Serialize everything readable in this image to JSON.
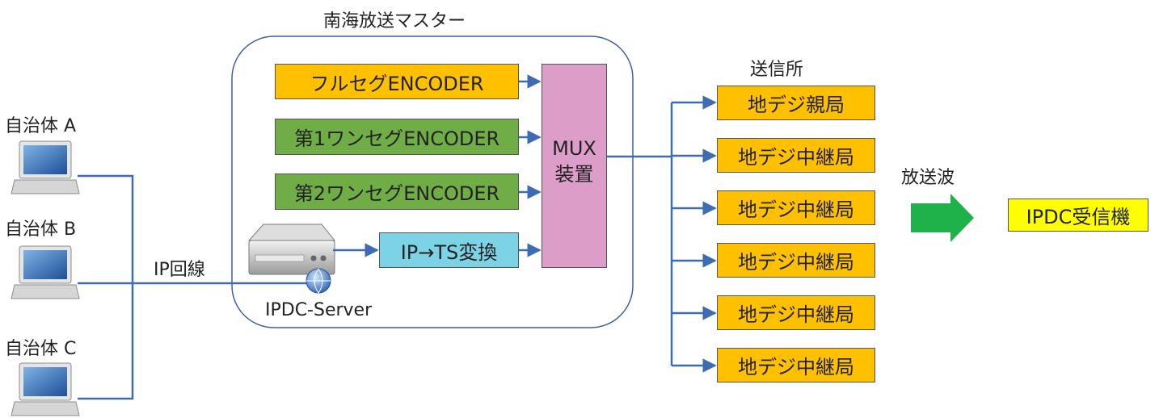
{
  "master": {
    "title": "南海放送マスター"
  },
  "clients": [
    "自治体 A",
    "自治体 B",
    "自治体 C"
  ],
  "ip_line_label": "IP回線",
  "server_label": "IPDC-Server",
  "encoders": [
    "フルセグENCODER",
    "第1ワンセグENCODER",
    "第2ワンセグENCODER"
  ],
  "converter": "IP→TS変換",
  "mux": {
    "line1": "MUX",
    "line2": "装置"
  },
  "transmitter": {
    "label": "送信所",
    "stations": [
      "地デジ親局",
      "地デジ中継局",
      "地デジ中継局",
      "地デジ中継局",
      "地デジ中継局",
      "地デジ中継局"
    ]
  },
  "broadcast_wave_label": "放送波",
  "receiver": "IPDC受信機",
  "colors": {
    "line": "#3d6cb4",
    "fullseg": "#ffc000",
    "oneseg": "#70ad47",
    "converter": "#7dd3e6",
    "mux": "#dc9dc8",
    "station": "#ffc000",
    "receiver": "#ffff00",
    "arrow": "#1fb14a"
  }
}
